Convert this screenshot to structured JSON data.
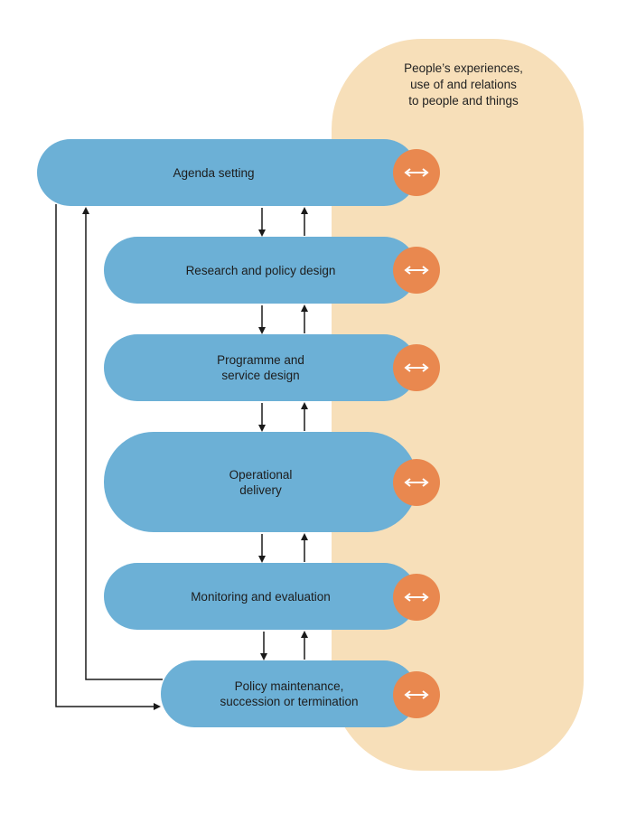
{
  "panel": {
    "title": "People’s experiences,\nuse of and relations\nto people and things"
  },
  "stages": [
    {
      "label": "Agenda setting"
    },
    {
      "label": "Research and policy design"
    },
    {
      "label": "Programme and\nservice design"
    },
    {
      "label": "Operational\ndelivery"
    },
    {
      "label": "Monitoring and evaluation"
    },
    {
      "label": "Policy maintenance,\nsuccession or termination"
    }
  ],
  "colors": {
    "stage_fill": "#6cb0d6",
    "panel_fill": "#f7dfb9",
    "badge_fill": "#e9884f",
    "arrow": "#1a1a1a"
  },
  "icons": {
    "badge_icon": "double-arrow-icon",
    "flow_arrow": "arrow-icon"
  }
}
